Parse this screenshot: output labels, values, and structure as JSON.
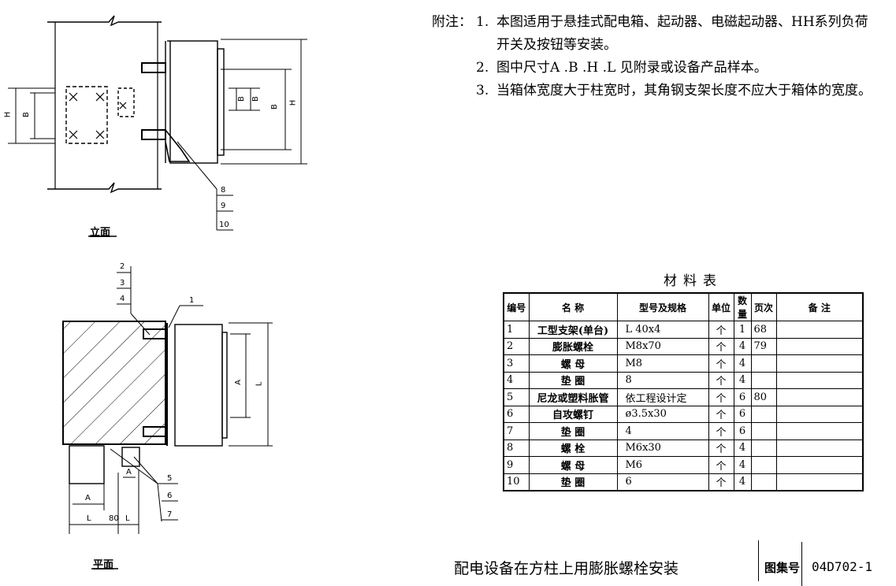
{
  "notes": {
    "label": "附注：",
    "items": [
      {
        "num": "1.",
        "lines": [
          "本图适用于悬挂式配电箱、起动器、电磁起动器、HH系列负荷",
          "开关及按钮等安装。"
        ]
      },
      {
        "num": "2.",
        "lines": [
          "图中尺寸A .B .H .L  见附录或设备产品样本。"
        ]
      },
      {
        "num": "3.",
        "lines": [
          "当箱体宽度大于柱宽时，其角钢支架长度不应大于箱体的宽度。"
        ]
      }
    ]
  },
  "views": {
    "elevation_label": "立面",
    "plan_label": "平面"
  },
  "dims": {
    "H": "H",
    "B": "B",
    "A": "A",
    "L": "L",
    "L80": "80"
  },
  "callouts": {
    "elev": [
      "8",
      "9",
      "10"
    ],
    "plan_top": [
      "2",
      "3",
      "4",
      "1"
    ],
    "plan_bottom": [
      "5",
      "6",
      "7"
    ]
  },
  "table": {
    "title": "材料表",
    "headers": [
      "编号",
      "名  称",
      "型号及规格",
      "单位",
      "数量",
      "页次",
      "备  注"
    ],
    "rows": [
      [
        "1",
        "工型支架(单台)",
        "L 40x4",
        "个",
        "1",
        "68",
        ""
      ],
      [
        "2",
        "膨胀螺栓",
        "M8x70",
        "个",
        "4",
        "79",
        ""
      ],
      [
        "3",
        "螺  母",
        "M8",
        "个",
        "4",
        "",
        ""
      ],
      [
        "4",
        "垫  圈",
        "8",
        "个",
        "4",
        "",
        ""
      ],
      [
        "5",
        "尼龙或塑料胀管",
        "依工程设计定",
        "个",
        "6",
        "80",
        ""
      ],
      [
        "6",
        "自攻螺钉",
        "ø3.5x30",
        "个",
        "6",
        "",
        ""
      ],
      [
        "7",
        "垫  圈",
        "4",
        "个",
        "6",
        "",
        ""
      ],
      [
        "8",
        "螺  栓",
        "M6x30",
        "个",
        "4",
        "",
        ""
      ],
      [
        "9",
        "螺  母",
        "M6",
        "个",
        "4",
        "",
        ""
      ],
      [
        "10",
        "垫  圈",
        "6",
        "个",
        "4",
        "",
        ""
      ]
    ]
  },
  "title_block": {
    "drawing_title": "配电设备在方柱上用膨胀螺栓安装",
    "atlas_label": "图集号",
    "atlas_number": "04D702-1"
  }
}
